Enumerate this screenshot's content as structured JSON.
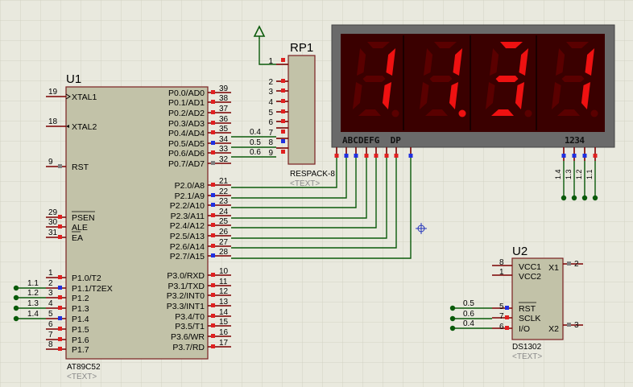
{
  "colors": {
    "background": "#e9e9de",
    "grid": "#d2d2c4",
    "chip_fill": "#c2c2a8",
    "chip_stroke": "#7a2020",
    "wire": "#0a5a0a",
    "pin": "#7a0000",
    "pin_red": "#e02020",
    "pin_blue": "#2030e0",
    "pin_gray": "#808080",
    "display_bg": "#3a0000",
    "segment_on": "#ee1111",
    "segment_off": "#5a0000",
    "display_frame": "#5a5a5a"
  },
  "u1": {
    "ref": "U1",
    "part": "AT89C52",
    "text_placeholder": "<TEXT>",
    "left_pins": [
      {
        "num": "19",
        "name": "XTAL1"
      },
      {
        "num": "18",
        "name": "XTAL2"
      },
      {
        "num": "9",
        "name": "RST"
      },
      {
        "num": "29",
        "name": "PSEN"
      },
      {
        "num": "30",
        "name": "ALE"
      },
      {
        "num": "31",
        "name": "EA"
      },
      {
        "num": "1",
        "name": "P1.0/T2"
      },
      {
        "num": "2",
        "name": "P1.1/T2EX"
      },
      {
        "num": "3",
        "name": "P1.2"
      },
      {
        "num": "4",
        "name": "P1.3"
      },
      {
        "num": "5",
        "name": "P1.4"
      },
      {
        "num": "6",
        "name": "P1.5"
      },
      {
        "num": "7",
        "name": "P1.6"
      },
      {
        "num": "8",
        "name": "P1.7"
      }
    ],
    "right_pins": [
      {
        "num": "39",
        "name": "P0.0/AD0"
      },
      {
        "num": "38",
        "name": "P0.1/AD1"
      },
      {
        "num": "37",
        "name": "P0.2/AD2"
      },
      {
        "num": "36",
        "name": "P0.3/AD3"
      },
      {
        "num": "35",
        "name": "P0.4/AD4"
      },
      {
        "num": "34",
        "name": "P0.5/AD5"
      },
      {
        "num": "33",
        "name": "P0.6/AD6"
      },
      {
        "num": "32",
        "name": "P0.7/AD7"
      },
      {
        "num": "21",
        "name": "P2.0/A8"
      },
      {
        "num": "22",
        "name": "P2.1/A9"
      },
      {
        "num": "23",
        "name": "P2.2/A10"
      },
      {
        "num": "24",
        "name": "P2.3/A11"
      },
      {
        "num": "25",
        "name": "P2.4/A12"
      },
      {
        "num": "26",
        "name": "P2.5/A13"
      },
      {
        "num": "27",
        "name": "P2.6/A14"
      },
      {
        "num": "28",
        "name": "P2.7/A15"
      },
      {
        "num": "10",
        "name": "P3.0/RXD"
      },
      {
        "num": "11",
        "name": "P3.1/TXD"
      },
      {
        "num": "12",
        "name": "P3.2/INT0"
      },
      {
        "num": "13",
        "name": "P3.3/INT1"
      },
      {
        "num": "14",
        "name": "P3.4/T0"
      },
      {
        "num": "15",
        "name": "P3.5/T1"
      },
      {
        "num": "16",
        "name": "P3.6/WR"
      },
      {
        "num": "17",
        "name": "P3.7/RD"
      }
    ],
    "p0_net_labels": [
      "0.4",
      "0.5",
      "0.6"
    ],
    "p1_net_labels": [
      "1.1",
      "1.2",
      "1.3",
      "1.4"
    ]
  },
  "rp1": {
    "ref": "RP1",
    "part": "RESPACK-8",
    "text_placeholder": "<TEXT>",
    "pins": [
      "1",
      "2",
      "3",
      "4",
      "5",
      "6",
      "7",
      "8",
      "9"
    ]
  },
  "display": {
    "segment_labels": "ABCDEFG  DP",
    "digit_labels": "1234",
    "digits": [
      "1",
      "1",
      "3",
      "1"
    ],
    "dp_on": [
      false,
      true,
      false,
      false
    ],
    "digit_net_labels": [
      "1.4",
      "1.3",
      "1.2",
      "1.1"
    ]
  },
  "u2": {
    "ref": "U2",
    "part": "DS1302",
    "text_placeholder": "<TEXT>",
    "left_pins": [
      {
        "num": "8",
        "name": "VCC1"
      },
      {
        "num": "1",
        "name": "VCC2"
      },
      {
        "num": "5",
        "name": "RST"
      },
      {
        "num": "7",
        "name": "SCLK"
      },
      {
        "num": "6",
        "name": "I/O"
      }
    ],
    "right_pins": [
      {
        "num": "2",
        "name": "X1"
      },
      {
        "num": "3",
        "name": "X2"
      }
    ],
    "net_labels": [
      "0.5",
      "0.6",
      "0.4"
    ]
  }
}
